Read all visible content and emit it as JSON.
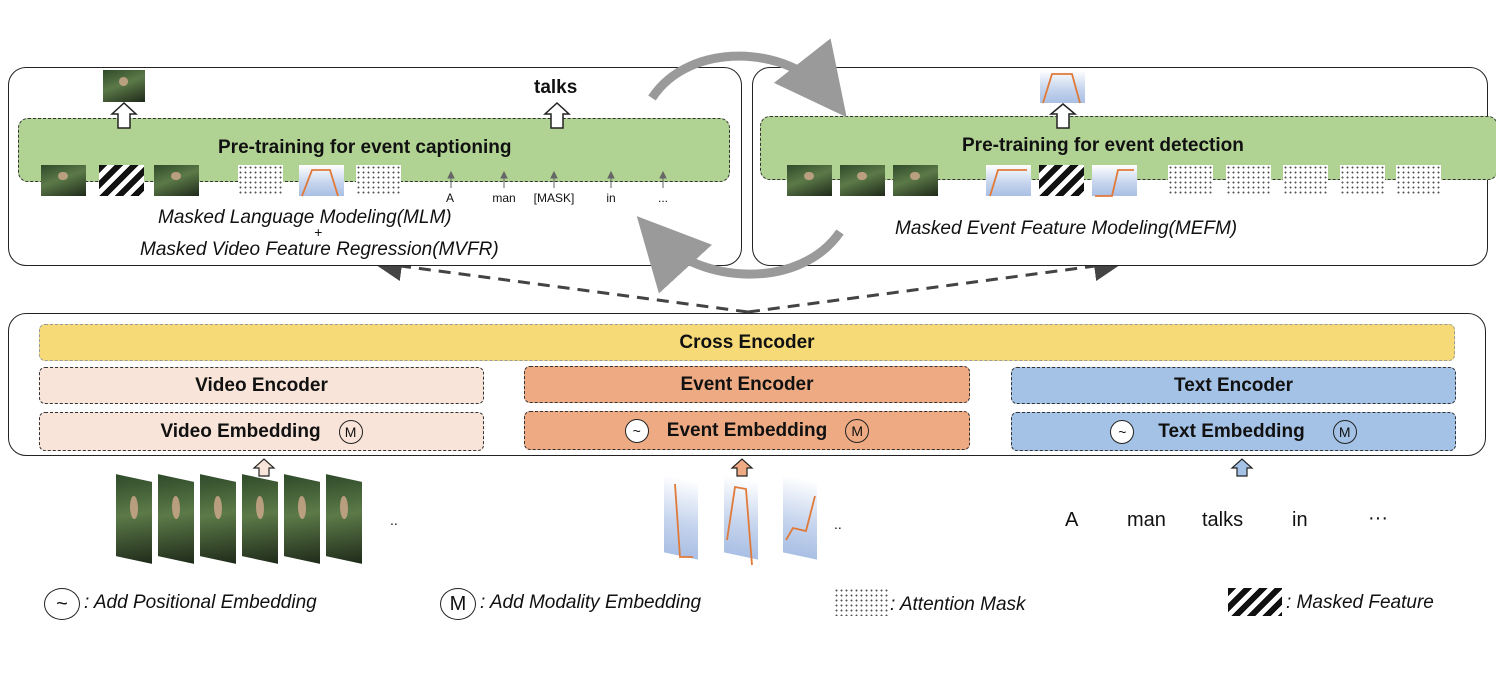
{
  "captioning": {
    "title": "Pre-training for event captioning",
    "output_word": "talks",
    "tokens": [
      "A",
      "man",
      "[MASK]",
      "in",
      "..."
    ],
    "objective_line1": "Masked Language Modeling(MLM)",
    "objective_plus": "+",
    "objective_line2": "Masked Video Feature Regression(MVFR)"
  },
  "detection": {
    "title": "Pre-training for event detection",
    "objective": "Masked Event Feature Modeling(MEFM)"
  },
  "encoder": {
    "cross": "Cross Encoder",
    "video_encoder": "Video Encoder",
    "event_encoder": "Event Encoder",
    "text_encoder": "Text Encoder",
    "video_embedding": "Video Embedding",
    "event_embedding": "Event Embedding",
    "text_embedding": "Text Embedding",
    "modality_symbol": "M",
    "positional_symbol": "~"
  },
  "inputs": {
    "video_ellipsis": "..",
    "event_ellipsis": "..",
    "text_tokens": [
      "A",
      "man",
      "talks",
      "in",
      "···"
    ]
  },
  "legend": {
    "positional_symbol": "~",
    "positional": ": Add Positional Embedding",
    "modality_symbol": "M",
    "modality": ": Add Modality Embedding",
    "attention": ": Attention Mask",
    "masked": ": Masked Feature"
  },
  "colors": {
    "green": "#b0d293",
    "cross": "#f6da78",
    "video": "#f8e4d8",
    "event": "#eeab83",
    "text": "#a4c2e6"
  }
}
